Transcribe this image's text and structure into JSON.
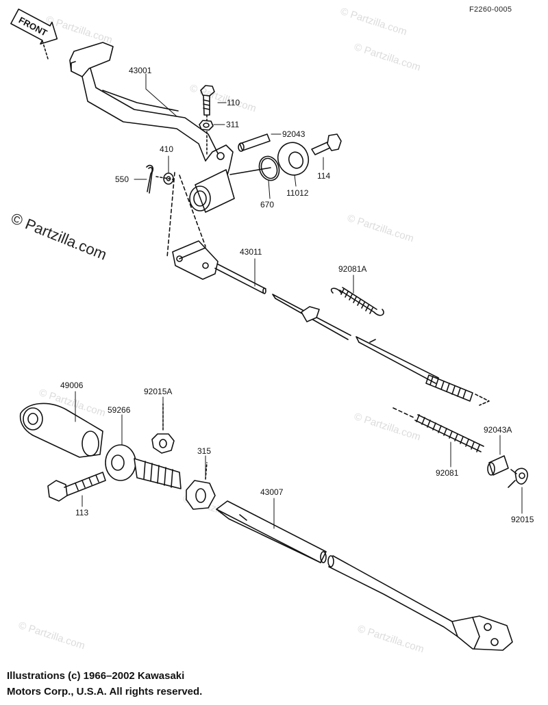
{
  "diagram_code": "F2260-0005",
  "front_badge": "FRONT",
  "watermark": "© Partzilla.com",
  "parts": {
    "brake_pedal": "43001",
    "bolt_110": "110",
    "nut_311": "311",
    "pin_92043": "92043",
    "bolt_114": "114",
    "washer_410": "410",
    "cotter_pin_550": "550",
    "o_ring_670": "670",
    "cap_11012": "11012",
    "rod_43011": "43011",
    "spring_92081A": "92081A",
    "rod_end_49006": "49006",
    "joint_59266": "59266",
    "nut_92015A": "92015A",
    "nut_315": "315",
    "bolt_113": "113",
    "rod_43007": "43007",
    "spring_92081": "92081",
    "pin_92043A": "92043A",
    "clip_92015": "92015"
  },
  "copyright": {
    "line1": "Illustrations (c) 1966–2002 Kawasaki",
    "line2": "Motors Corp., U.S.A.  All rights reserved."
  }
}
